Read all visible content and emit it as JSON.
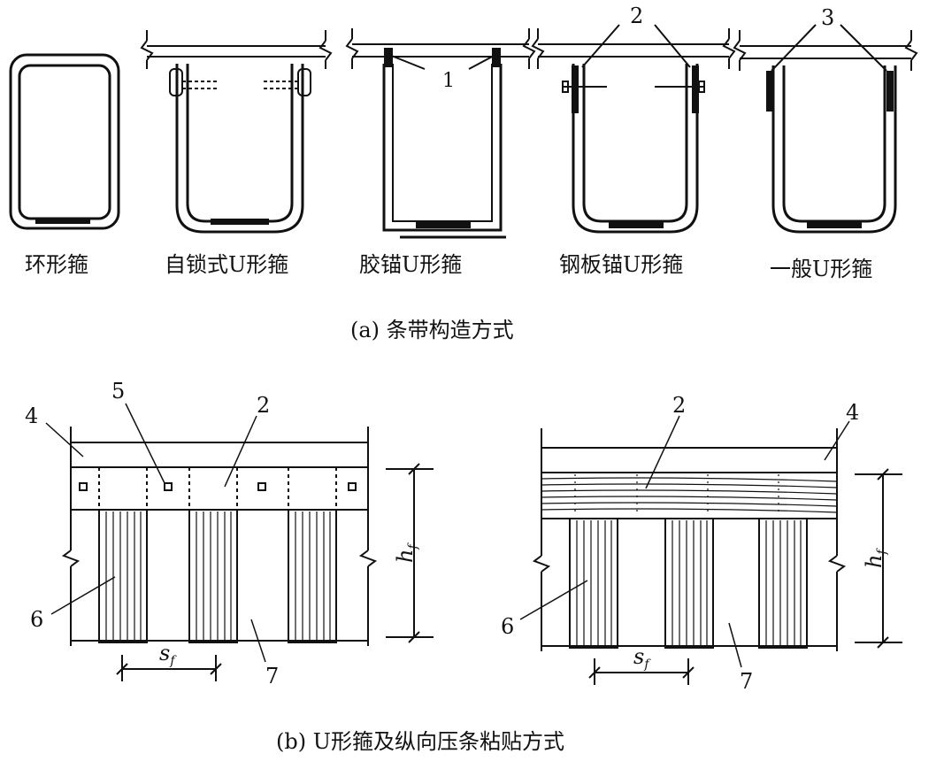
{
  "part_a": {
    "caption": "(a) 条带构造方式",
    "items": [
      {
        "label": "环形箍"
      },
      {
        "label": "自锁式U形箍"
      },
      {
        "label": "胶锚U形箍"
      },
      {
        "label": "钢板锚U形箍"
      },
      {
        "label": "一般U形箍"
      }
    ],
    "callouts": {
      "c1": "1",
      "c2": "2",
      "c3": "3"
    }
  },
  "part_b": {
    "caption": "(b) U形箍及纵向压条粘贴方式",
    "left": {
      "c4": "4",
      "c5": "5",
      "c2": "2",
      "c6": "6",
      "c7": "7",
      "h": "h",
      "h_sub": "f",
      "s": "s",
      "s_sub": "f"
    },
    "right": {
      "c2": "2",
      "c4": "4",
      "c6": "6",
      "c7": "7",
      "h": "h",
      "h_sub": "f",
      "s": "s",
      "s_sub": "f"
    }
  }
}
